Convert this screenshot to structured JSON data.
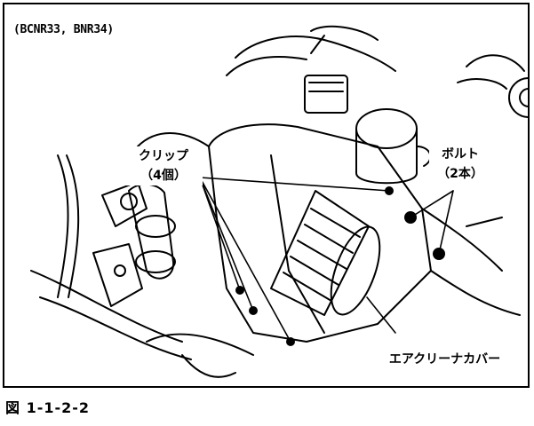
{
  "header": {
    "model_code": "(BCNR33, BNR34)"
  },
  "callouts": {
    "clip": {
      "name": "クリップ",
      "qty": "（4個）"
    },
    "bolt": {
      "name": "ボルト",
      "qty": "（2本）"
    },
    "cover": {
      "name": "エアクリーナカバー"
    }
  },
  "figure": {
    "number": "図 1-1-2-2"
  }
}
